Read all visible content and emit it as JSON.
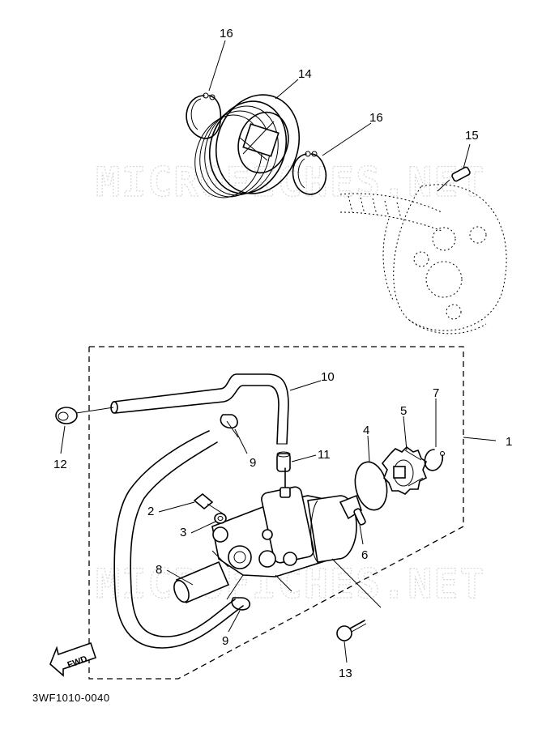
{
  "diagram": {
    "part_labels": {
      "p1": "1",
      "p2": "2",
      "p3": "3",
      "p4": "4",
      "p5": "5",
      "p6": "6",
      "p7": "7",
      "p8": "8",
      "p9a": "9",
      "p9b": "9",
      "p10": "10",
      "p11": "11",
      "p12": "12",
      "p13": "13",
      "p14": "14",
      "p15": "15",
      "p16a": "16",
      "p16b": "16"
    },
    "fwd_label": "FWD",
    "diagram_code": "3WF1010-0040",
    "watermark": "MICROFICHES.NET"
  }
}
